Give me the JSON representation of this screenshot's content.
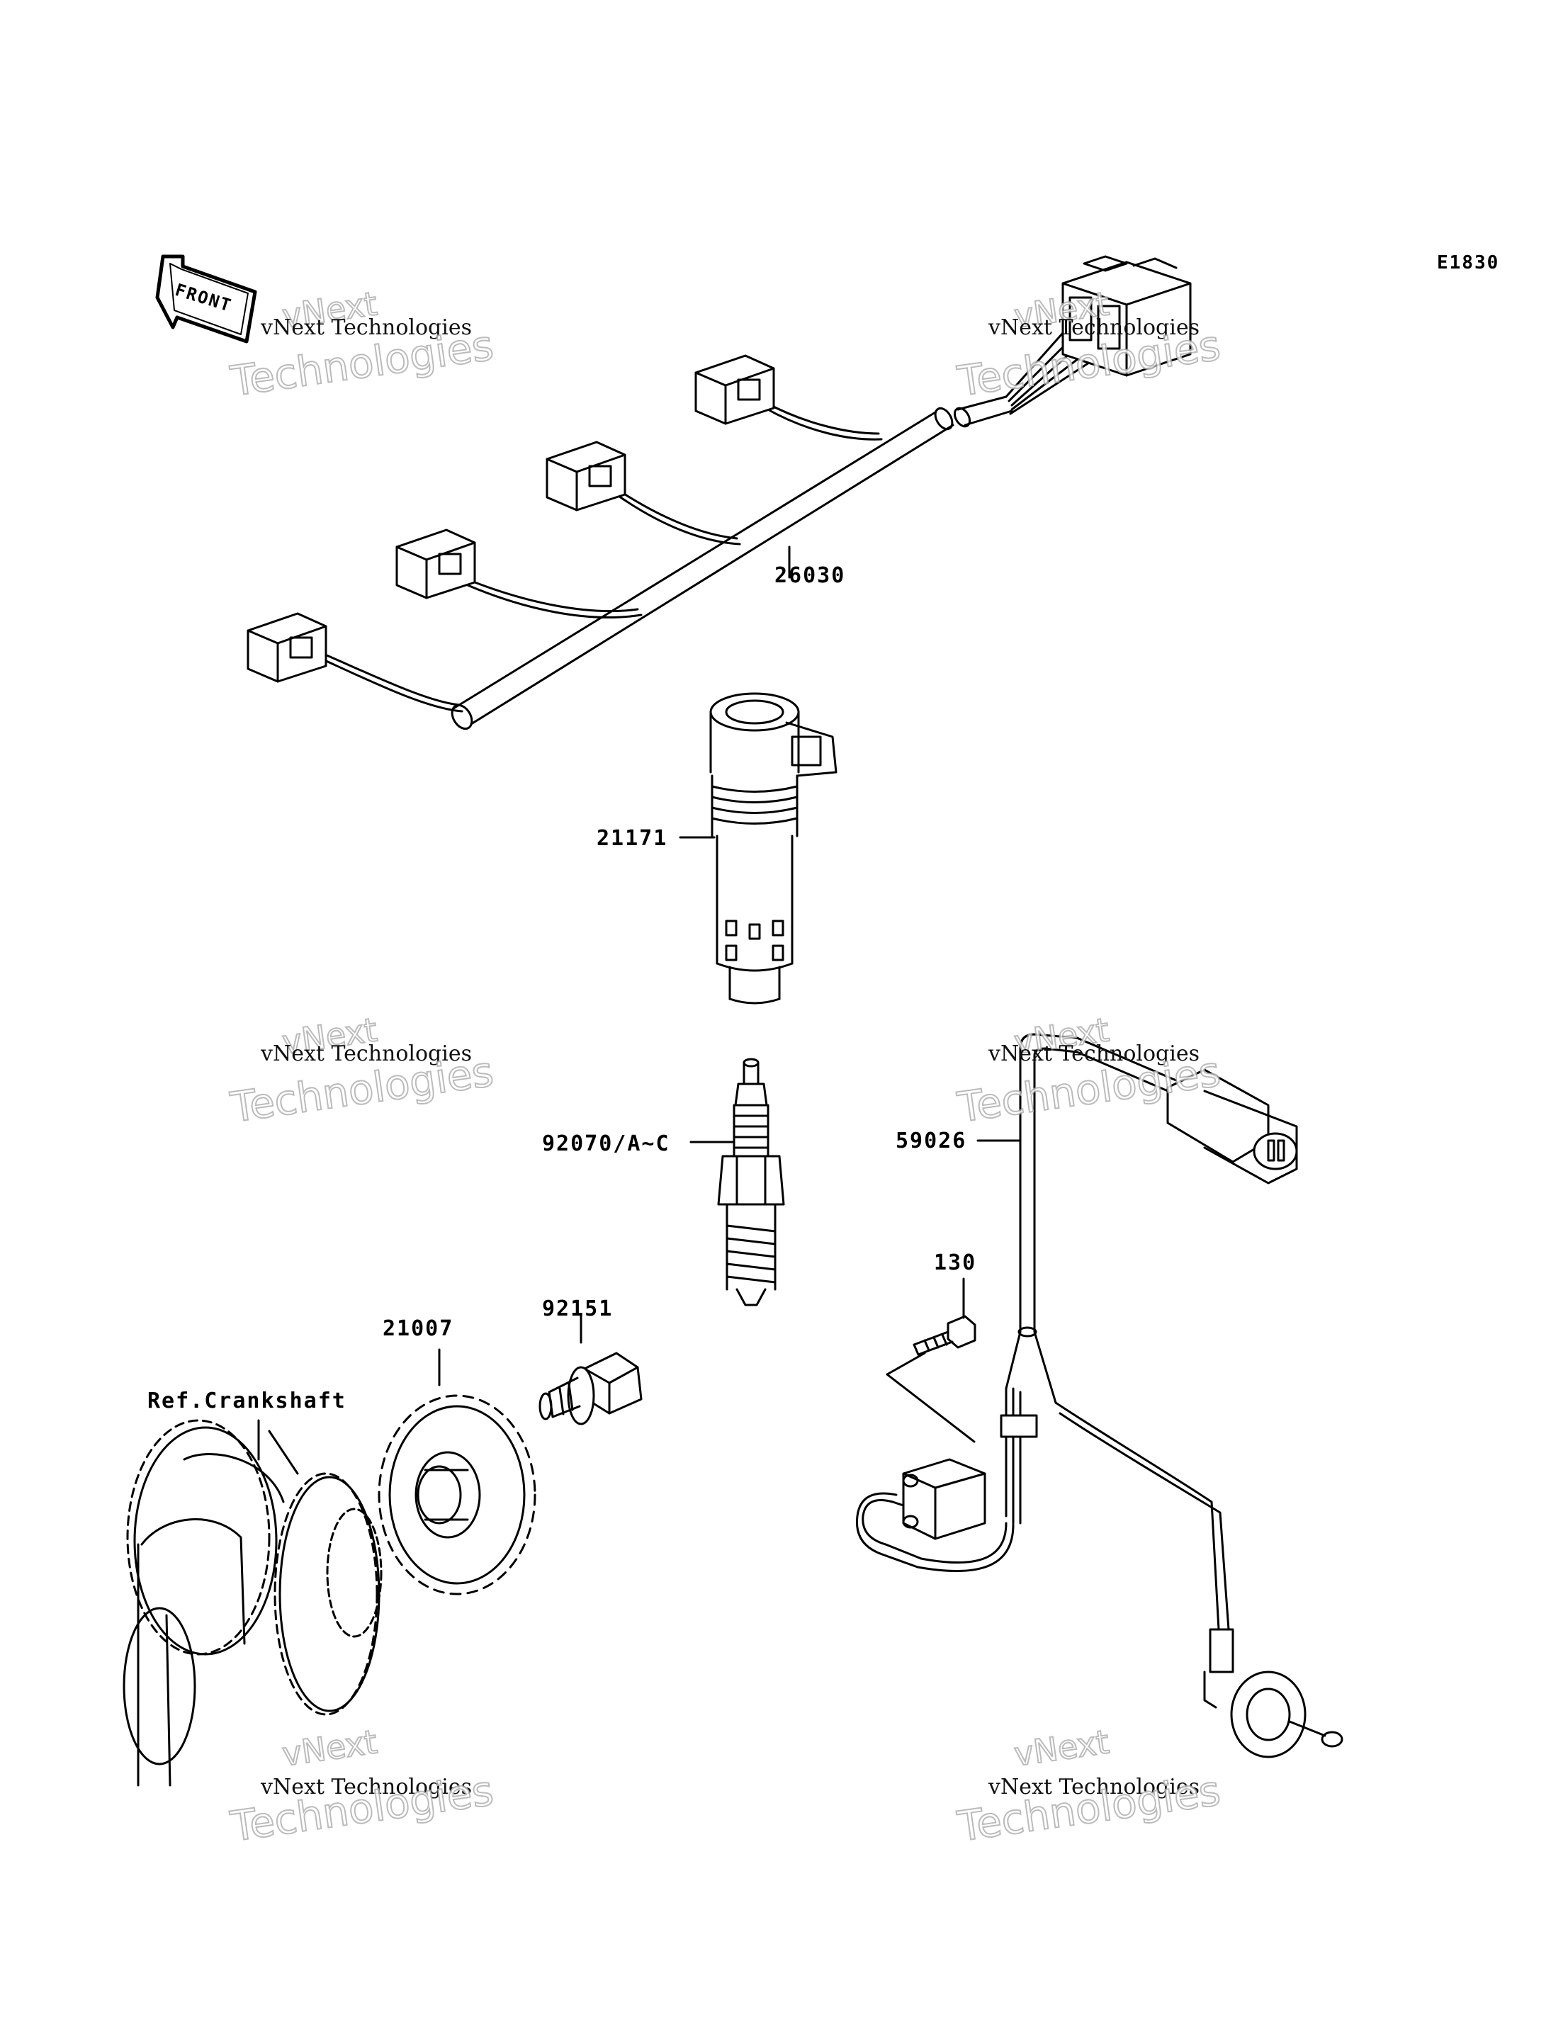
{
  "diagram": {
    "figure_code": "E1830",
    "direction_label": "FRONT",
    "parts": [
      {
        "number": "26030"
      },
      {
        "number": "21171"
      },
      {
        "number": "92070/A~C"
      },
      {
        "number": "59026"
      },
      {
        "number": "130"
      },
      {
        "number": "21007"
      },
      {
        "number": "92151"
      }
    ],
    "reference": "Ref.Crankshaft"
  },
  "watermark": {
    "brand": "vNext",
    "line": "vNext Technologies",
    "big": "Technologies",
    "color": "#b0b0b0"
  }
}
